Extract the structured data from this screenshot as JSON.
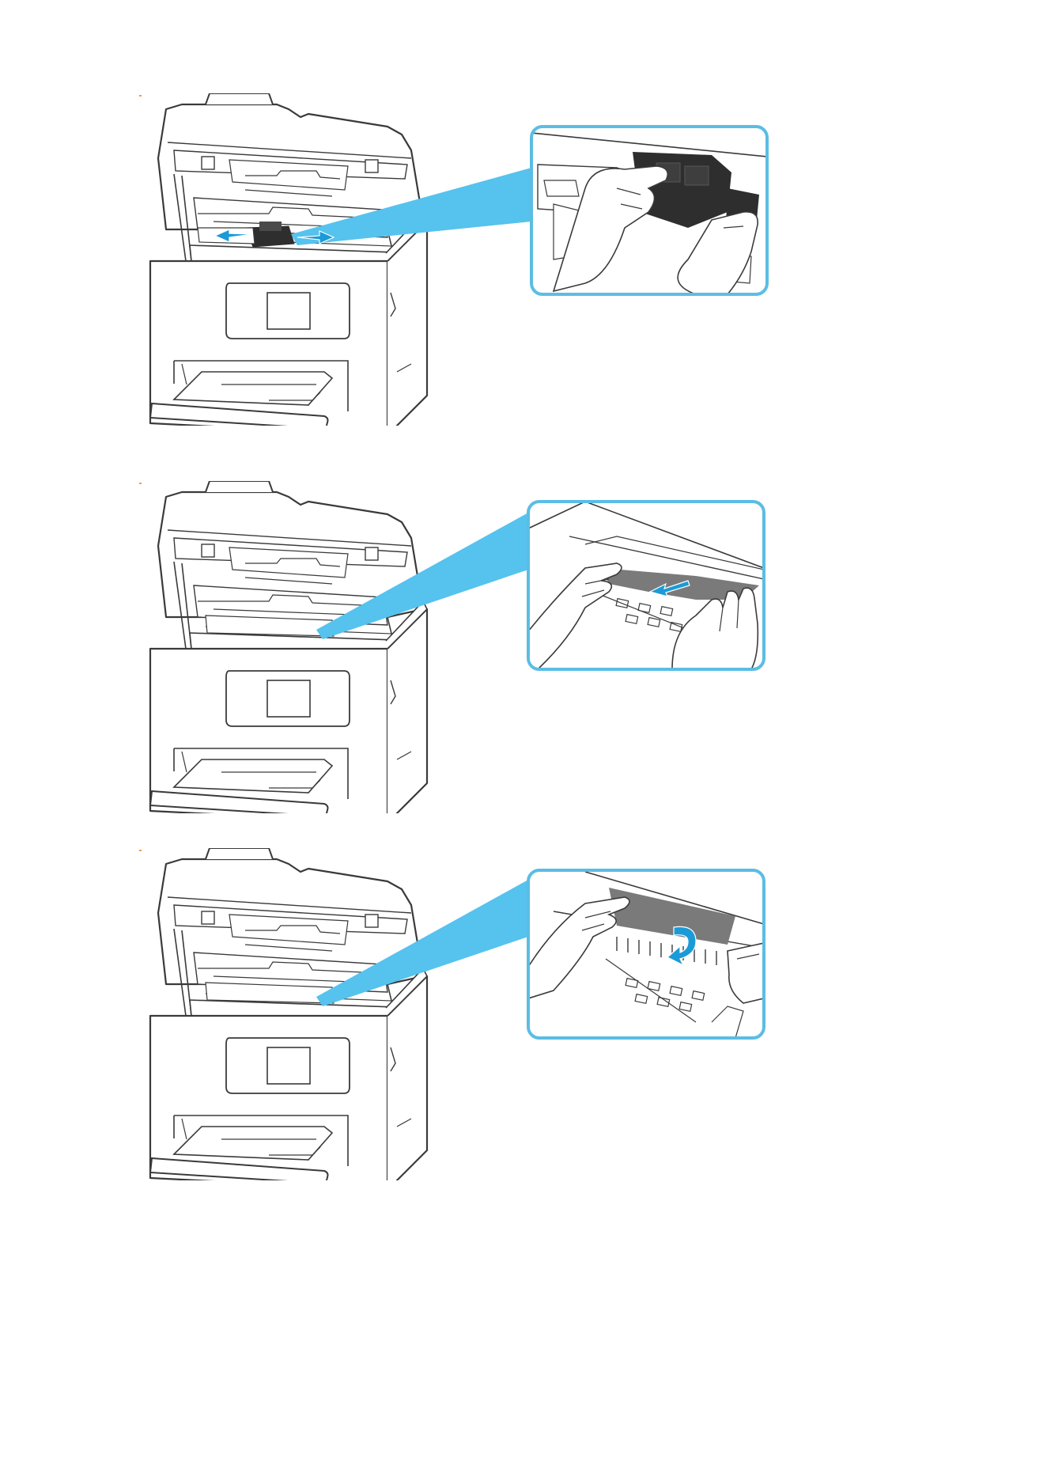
{
  "colors": {
    "callout_border": "#5bbde4",
    "callout_beam": "#56c2ee",
    "arrow": "#1a9bd8",
    "line": "#3a3a3a",
    "paper": "#7a7a7a",
    "cartridge": "#2e2e2e"
  },
  "figures": [
    {
      "name": "step-move-print-head-holder",
      "icon": "left-right-arrow-icon"
    },
    {
      "name": "step-pull-out-jammed-paper",
      "icon": "pull-arrow-icon"
    },
    {
      "name": "step-roll-and-remove-paper",
      "icon": "curved-arrow-icon"
    }
  ],
  "footer": {
    "text": ""
  }
}
